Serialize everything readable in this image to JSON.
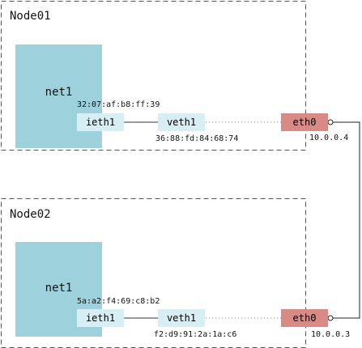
{
  "nodes": [
    {
      "title": "Node01",
      "namespace": "net1",
      "inner_iface": "ieth1",
      "inner_mac": "32:07:af:b8:ff:39",
      "host_iface": "veth1",
      "host_mac": "36:88:fd:84:68:74",
      "phys_iface": "eth0",
      "ip": "10.0.0.4"
    },
    {
      "title": "Node02",
      "namespace": "net1",
      "inner_iface": "ieth1",
      "inner_mac": "5a:a2:f4:69:c8:b2",
      "host_iface": "veth1",
      "host_mac": "f2:d9:91:2a:1a:c6",
      "phys_iface": "eth0",
      "ip": "10.0.0.3"
    }
  ],
  "colors": {
    "namespace": "#9dd1dc",
    "veth": "#d7eef4",
    "phys": "#d98a84",
    "border": "#555555"
  }
}
